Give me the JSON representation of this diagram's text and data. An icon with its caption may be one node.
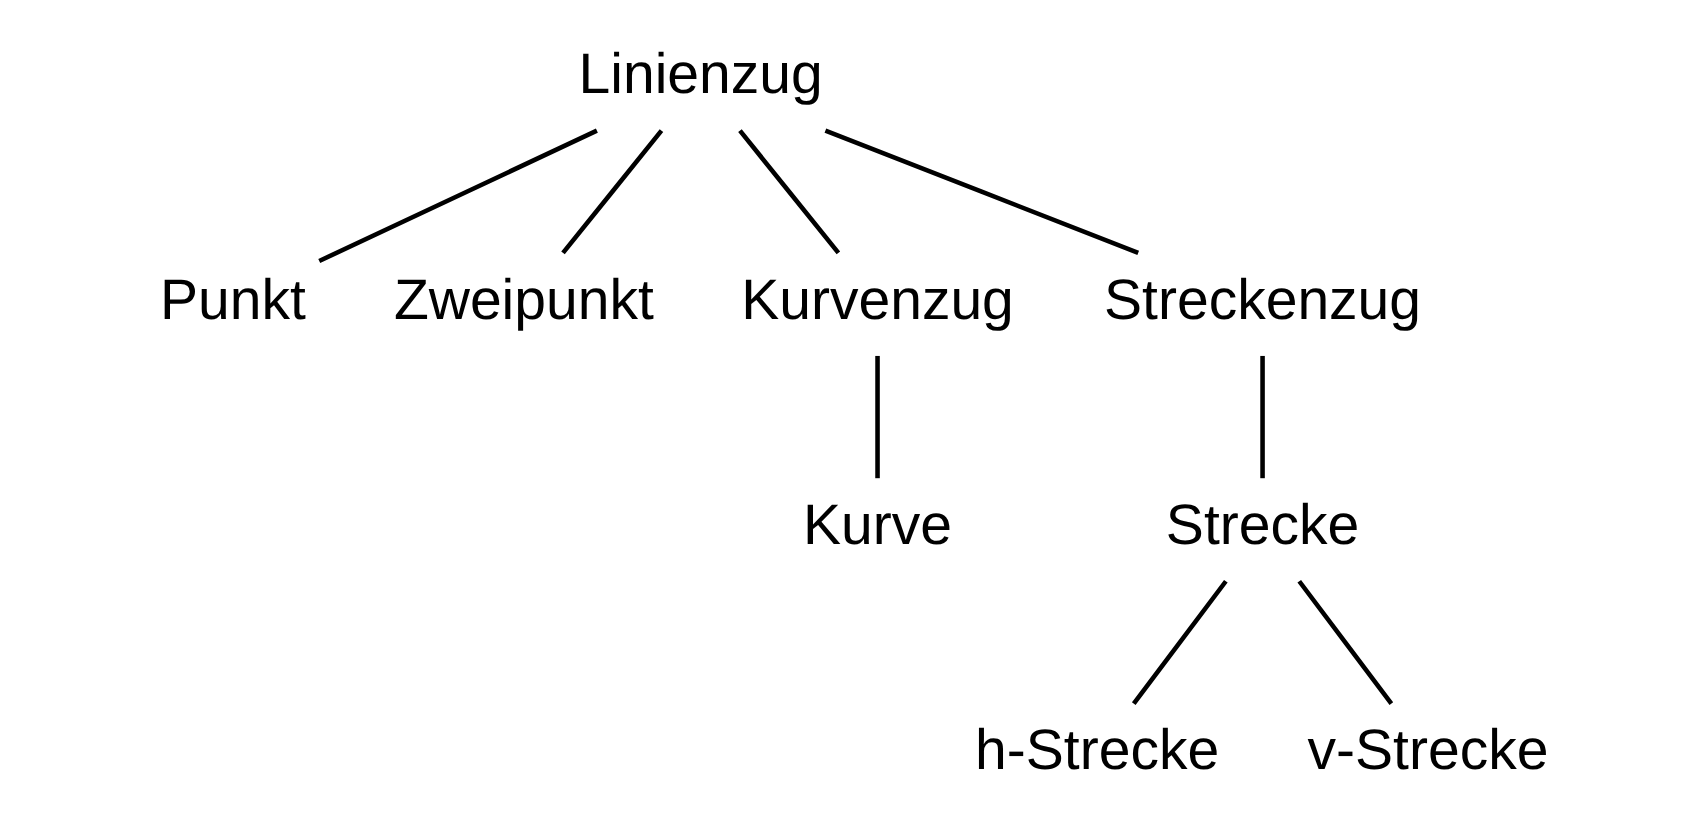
{
  "diagram": {
    "nodes": [
      {
        "text": [
          "Linienzug"
        ]
      },
      {
        "text": [
          "Punkt"
        ]
      },
      {
        "text": [
          "Zweipunkt"
        ]
      },
      {
        "text": [
          "Kurvenzug"
        ]
      },
      {
        "text": [
          "Streckenzug"
        ]
      },
      {
        "text": [
          "Kurve"
        ]
      },
      {
        "text": [
          "Strecke"
        ]
      },
      {
        "text": [
          "h-Strecke"
        ]
      },
      {
        "text": [
          "v-Strecke"
        ]
      }
    ],
    "edges": [
      {
        "from": 0,
        "to": 1,
        "arrow": "none"
      },
      {
        "from": 0,
        "to": 2,
        "arrow": "none"
      },
      {
        "from": 0,
        "to": 3,
        "arrow": "none"
      },
      {
        "from": 0,
        "to": 4,
        "arrow": "none"
      },
      {
        "from": 3,
        "to": 5,
        "arrow": "none"
      },
      {
        "from": 4,
        "to": 6,
        "arrow": "none"
      },
      {
        "from": 6,
        "to": 7,
        "arrow": "none"
      },
      {
        "from": 6,
        "to": 8,
        "arrow": "none"
      }
    ]
  }
}
